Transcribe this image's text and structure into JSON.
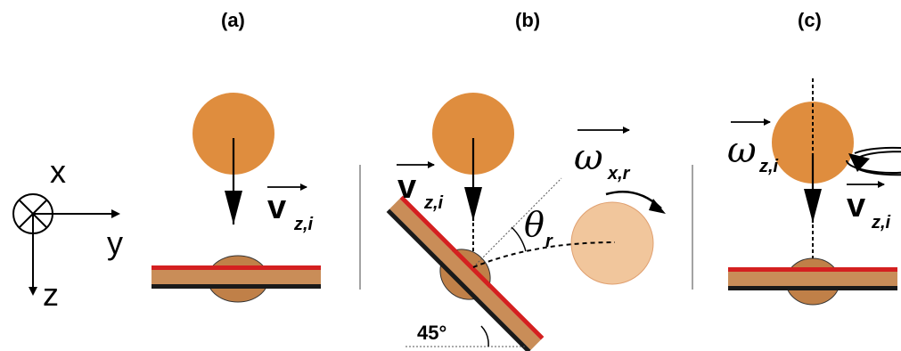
{
  "panels": {
    "a": {
      "label": "(a)"
    },
    "b": {
      "label": "(b)"
    },
    "c": {
      "label": "(c)"
    }
  },
  "axes": {
    "x": "x",
    "y": "y",
    "z": "z"
  },
  "vectors": {
    "v_symbol": "v",
    "v_sub": "z,i",
    "omega_symbol": "ω",
    "omega_x_sub": "x,r",
    "omega_z_sub": "z,i",
    "theta_symbol": "θ",
    "theta_sub": "r"
  },
  "angle_label": "45°",
  "colors": {
    "ball": "#df8d3e",
    "ball_rebound": "#f1c69c",
    "sheet_core": "#c98d58",
    "red_layer": "#d42020",
    "black_layer": "#1a1a1a",
    "blob": "#c08048"
  }
}
